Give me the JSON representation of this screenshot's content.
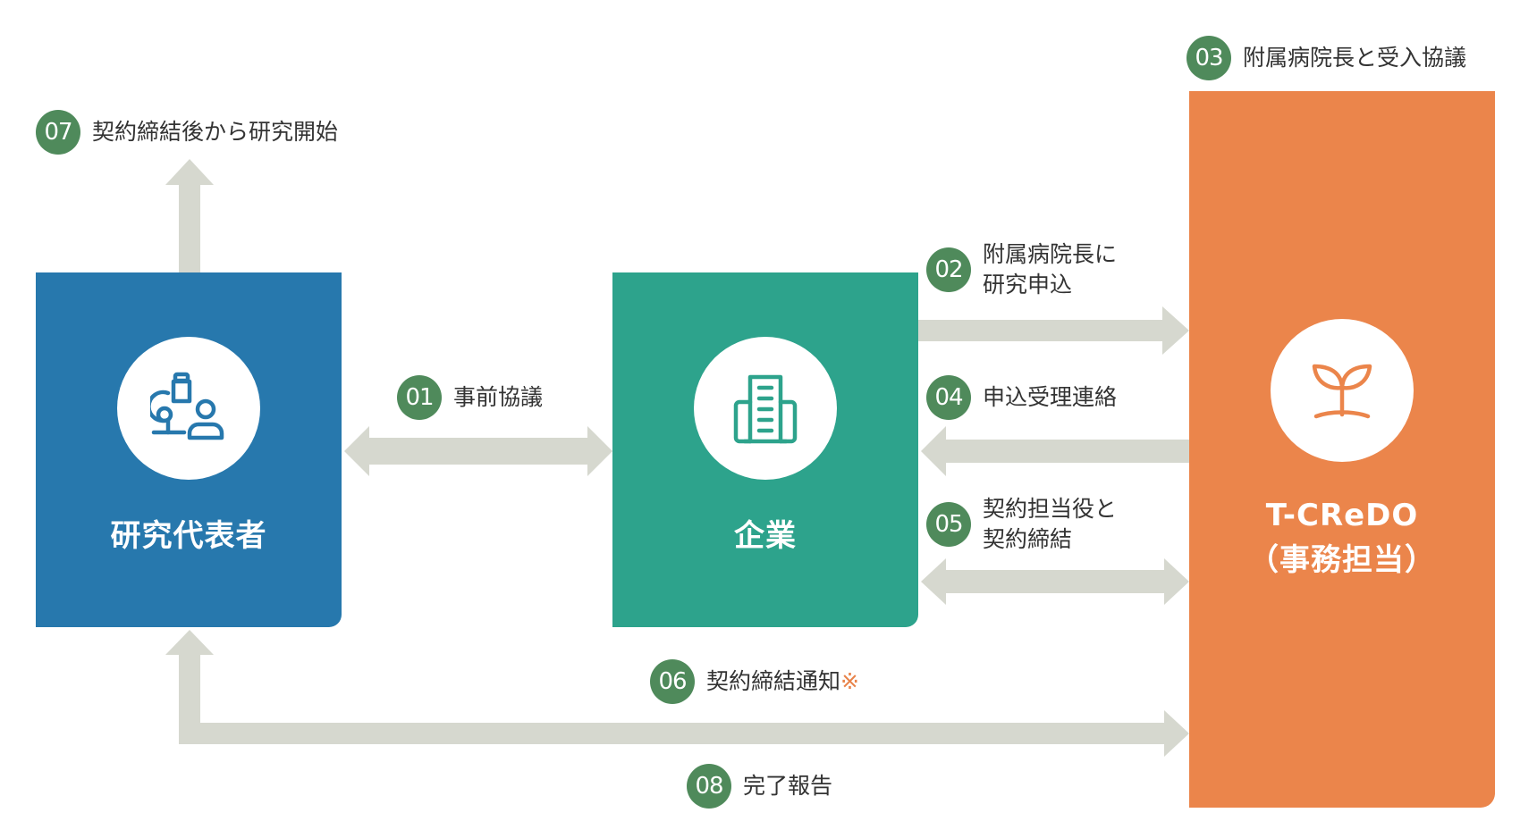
{
  "colors": {
    "researcher": "#2778ad",
    "company": "#2da38c",
    "tcredo": "#eb854b",
    "arrow": "#d6d8cf",
    "badge": "#4f8a5b",
    "note_mark": "#e8834a"
  },
  "boxes": {
    "researcher": {
      "label": "研究代表者",
      "icon": "researcher-microscope-icon"
    },
    "company": {
      "label": "企業",
      "icon": "building-icon"
    },
    "tcredo": {
      "label_line1": "T-CReDO",
      "label_line2": "（事務担当）",
      "icon": "sprout-icon"
    }
  },
  "steps": [
    {
      "num": "01",
      "line1": "事前協議"
    },
    {
      "num": "02",
      "line1": "附属病院長に",
      "line2": "研究申込"
    },
    {
      "num": "03",
      "line1": "附属病院長と受入協議"
    },
    {
      "num": "04",
      "line1": "申込受理連絡"
    },
    {
      "num": "05",
      "line1": "契約担当役と",
      "line2": "契約締結"
    },
    {
      "num": "06",
      "line1": "契約締結通知",
      "mark": "※"
    },
    {
      "num": "07",
      "line1": "契約締結後から研究開始"
    },
    {
      "num": "08",
      "line1": "完了報告"
    }
  ]
}
